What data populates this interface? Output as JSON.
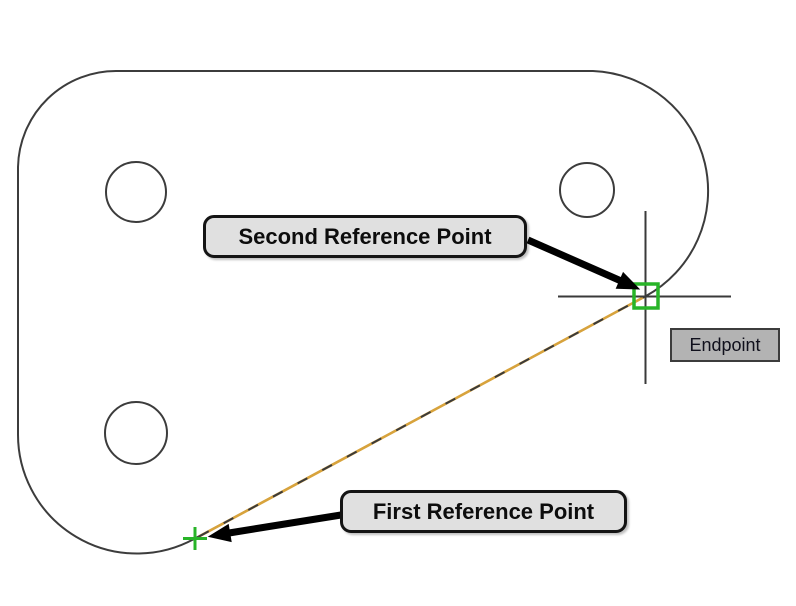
{
  "canvas": {
    "description": "CAD drawing area with a rounded plate outline, three holes, a rubber-band line between two reference points, crosshair cursor and object snap markers"
  },
  "callouts": {
    "second_reference_point": "Second Reference Point",
    "first_reference_point": "First Reference Point"
  },
  "tooltip": {
    "endpoint": "Endpoint"
  },
  "markers": {
    "endpoint_snap_square": "green square endpoint snap marker at cursor",
    "first_point_cross": "green plus cross at first picked point",
    "crosshair": "drawing crosshair cursor"
  },
  "colors": {
    "snap_green": "#28b428",
    "rubber_band_orange": "#d8a33c",
    "outline": "#3c3c3c",
    "callout_bg": "#e0e0e0",
    "callout_border": "#141414",
    "tooltip_bg": "#b3b3b3",
    "tooltip_border": "#3c3c3c"
  }
}
